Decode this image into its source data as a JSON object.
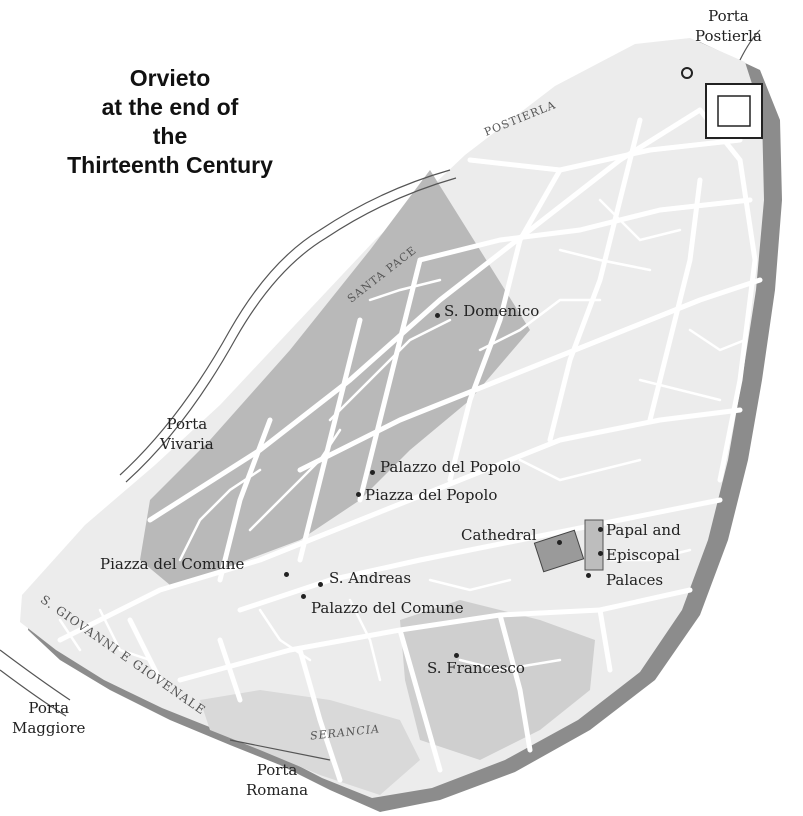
{
  "title": [
    "Orvieto",
    "at the end of",
    "the",
    "Thirteenth Century"
  ],
  "gates": {
    "postierla": [
      "Porta",
      "Postierla"
    ],
    "vivaria": [
      "Porta",
      "Vivaria"
    ],
    "maggiore": [
      "Porta",
      "Maggiore"
    ],
    "romana": [
      "Porta",
      "Romana"
    ]
  },
  "districts": {
    "postierla": "POSTIERLA",
    "santa_pace": "SANTA PACE",
    "giovanni": "S. GIOVANNI E GIOVENALE",
    "serancia": "SERANCIA"
  },
  "landmarks": {
    "s_domenico": "S. Domenico",
    "palazzo_popolo": "Palazzo del Popolo",
    "piazza_popolo": "Piazza del Popolo",
    "cathedral": "Cathedral",
    "papal_1": "Papal and",
    "papal_2": "Episcopal",
    "papal_3": "Palaces",
    "piazza_comune": "Piazza del Comune",
    "s_andreas": "S. Andreas",
    "palazzo_comune": "Palazzo del Comune",
    "s_francesco": "S. Francesco"
  },
  "colors": {
    "cliff": "#8c8c8c",
    "plateau": "#ececec",
    "district_shade": "#b9b9b9",
    "streets": "#ffffff"
  }
}
